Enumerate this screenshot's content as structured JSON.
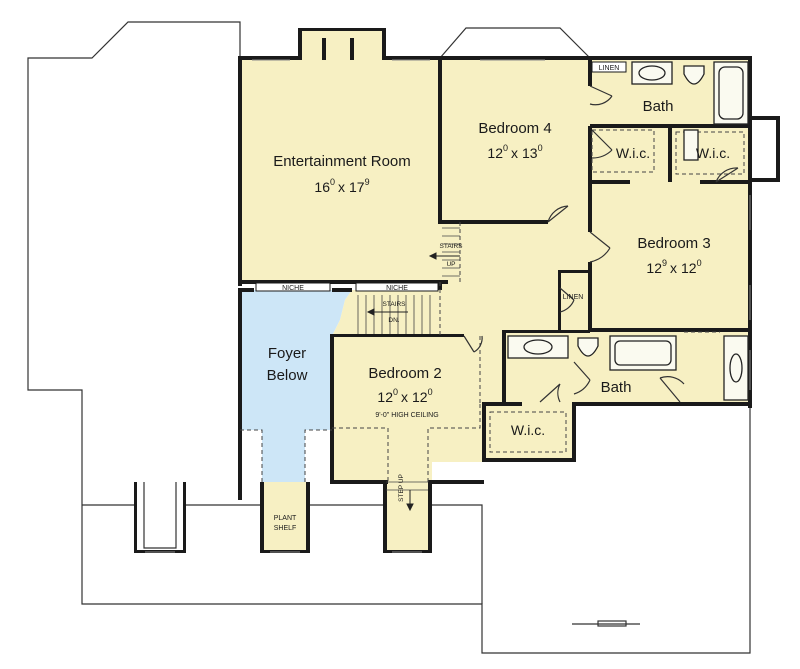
{
  "colors": {
    "room_fill": "#f7f0c3",
    "foyer_fill": "#cde6f7",
    "wall": "#1a1a1a",
    "background": "#ffffff"
  },
  "rooms": {
    "entertainment": {
      "name": "Entertainment Room",
      "w_ft": "16",
      "w_in": "0",
      "x": "x",
      "l_ft": "17",
      "l_in": "9"
    },
    "bedroom4": {
      "name": "Bedroom 4",
      "w_ft": "12",
      "w_in": "0",
      "x": "x",
      "l_ft": "13",
      "l_in": "0"
    },
    "bedroom3": {
      "name": "Bedroom 3",
      "w_ft": "12",
      "w_in": "9",
      "x": "x",
      "l_ft": "12",
      "l_in": "0"
    },
    "bedroom2": {
      "name": "Bedroom 2",
      "w_ft": "12",
      "w_in": "0",
      "x": "x",
      "l_ft": "12",
      "l_in": "0",
      "note": "9'-0\" HIGH CEILING"
    },
    "foyer": {
      "line1": "Foyer",
      "line2": "Below"
    }
  },
  "labels": {
    "bath_top": "Bath",
    "bath_bottom": "Bath",
    "wic_1": "W.i.c.",
    "wic_2": "W.i.c.",
    "wic_3": "W.i.c.",
    "linen_top": "LINEN",
    "linen_mid": "LINEN",
    "niche_1": "NICHE",
    "niche_2": "NICHE",
    "stairs_up_1": "STAIRS",
    "stairs_up_2": "UP",
    "stairs_dn_1": "STAIRS",
    "stairs_dn_2": "DN.",
    "plant_1": "PLANT",
    "plant_2": "SHELF",
    "step_up": "STEP UP"
  }
}
